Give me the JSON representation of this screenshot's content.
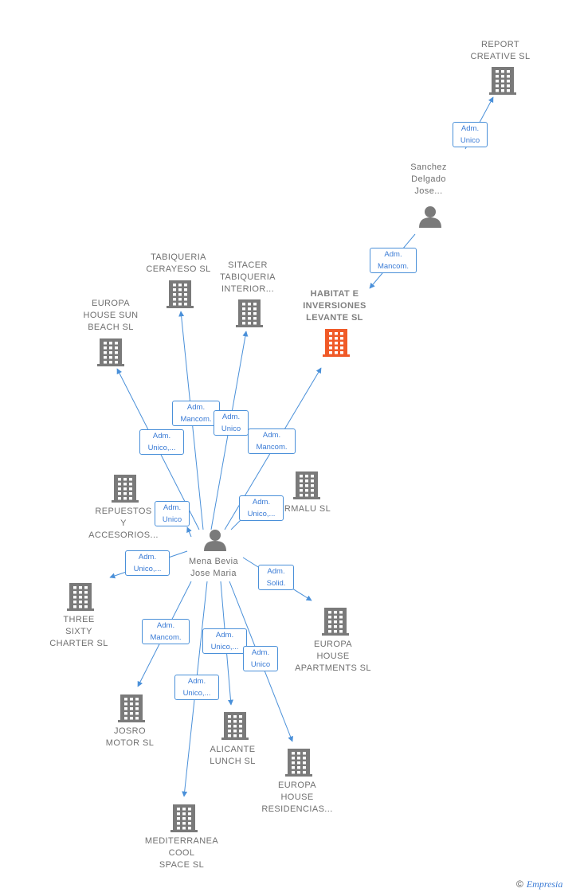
{
  "diagram": {
    "central_person": {
      "id": "mena",
      "label": "Mena Bevia\nJose Maria"
    },
    "nodes": [
      {
        "id": "report",
        "type": "company",
        "label": "REPORT\nCREATIVE  SL"
      },
      {
        "id": "sanchez",
        "type": "person",
        "label": "Sanchez\nDelgado\nJose..."
      },
      {
        "id": "habitat",
        "type": "company",
        "highlight": true,
        "label": "HABITAT E\nINVERSIONES\nLEVANTE  SL"
      },
      {
        "id": "tabiqueria",
        "type": "company",
        "label": "TABIQUERIA\nCERAYESO  SL"
      },
      {
        "id": "sitacer",
        "type": "company",
        "label": "SITACER\nTABIQUERIA\nINTERIOR..."
      },
      {
        "id": "europa_sun",
        "type": "company",
        "label": "EUROPA\nHOUSE SUN\nBEACH  SL"
      },
      {
        "id": "repuestos",
        "type": "company",
        "label": "REPUESTOS\nY\nACCESORIOS..."
      },
      {
        "id": "rmalu",
        "type": "company",
        "label": "RMALU SL"
      },
      {
        "id": "mena",
        "type": "person",
        "label": "Mena Bevia\nJose Maria"
      },
      {
        "id": "three",
        "type": "company",
        "label": "THREE\nSIXTY\nCHARTER  SL"
      },
      {
        "id": "europa_apts",
        "type": "company",
        "label": "EUROPA\nHOUSE\nAPARTMENTS SL"
      },
      {
        "id": "josro",
        "type": "company",
        "label": "JOSRO\nMOTOR SL"
      },
      {
        "id": "alicante",
        "type": "company",
        "label": "ALICANTE\nLUNCH  SL"
      },
      {
        "id": "europa_res",
        "type": "company",
        "label": "EUROPA\nHOUSE\nRESIDENCIAS..."
      },
      {
        "id": "mediterranea",
        "type": "company",
        "label": "MEDITERRANEA\nCOOL\nSPACE  SL"
      }
    ],
    "edges": [
      {
        "from": "sanchez",
        "to": "report",
        "role": "Adm.\nUnico"
      },
      {
        "from": "sanchez",
        "to": "habitat",
        "role": "Adm.\nMancom."
      },
      {
        "from": "mena",
        "to": "tabiqueria",
        "role": "Adm.\nMancom."
      },
      {
        "from": "mena",
        "to": "sitacer",
        "role": "Adm.\nUnico"
      },
      {
        "from": "mena",
        "to": "europa_sun",
        "role": "Adm.\nUnico,..."
      },
      {
        "from": "mena",
        "to": "habitat",
        "role": "Adm.\nMancom."
      },
      {
        "from": "mena",
        "to": "repuestos",
        "role": "Adm.\nUnico"
      },
      {
        "from": "mena",
        "to": "rmalu",
        "role": "Adm.\nUnico,..."
      },
      {
        "from": "mena",
        "to": "three",
        "role": "Adm.\nUnico,..."
      },
      {
        "from": "mena",
        "to": "europa_apts",
        "role": "Adm.\nSolid."
      },
      {
        "from": "mena",
        "to": "josro",
        "role": "Adm.\nMancom."
      },
      {
        "from": "mena",
        "to": "alicante",
        "role": "Adm.\nUnico,..."
      },
      {
        "from": "mena",
        "to": "europa_res",
        "role": "Adm.\nUnico"
      },
      {
        "from": "mena",
        "to": "mediterranea",
        "role": "Adm.\nUnico,..."
      }
    ]
  },
  "colors": {
    "edge": "#4a90d9",
    "company_icon": "#7a7a7a",
    "highlight_icon": "#f05a28",
    "person_icon": "#7a7a7a",
    "label_text": "#707070"
  },
  "icons": {
    "company": "building-icon",
    "person": "person-icon"
  },
  "credit": {
    "symbol": "©",
    "brand": "Empresia"
  }
}
